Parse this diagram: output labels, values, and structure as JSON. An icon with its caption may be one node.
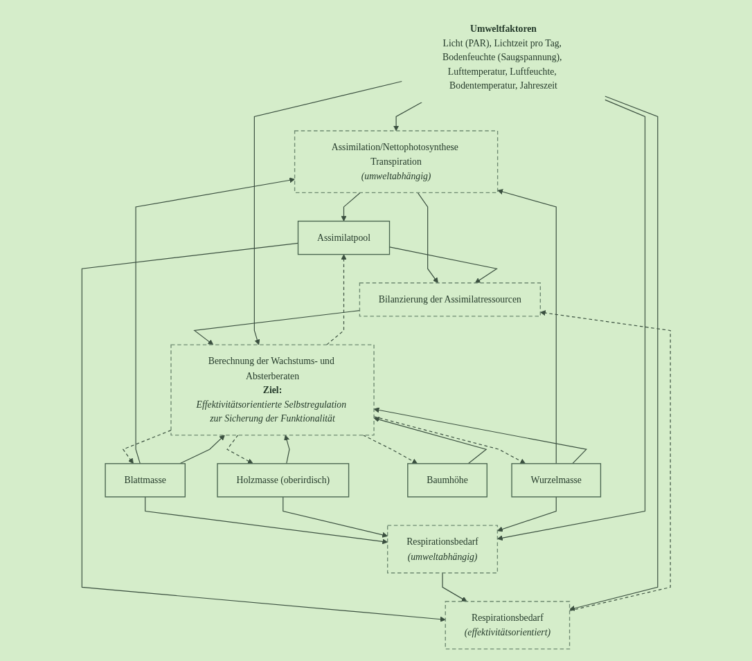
{
  "diagram": {
    "nodes": [
      {
        "text": [
          "Umweltfaktoren",
          "Licht (PAR), Lichtzeit pro Tag, Bodenfeuchte (Saugspannung), Lufttemperatur, Luftfeuchte, Bodentemperatur, Jahreszeit"
        ]
      },
      {
        "text": [
          "Assimilation/Nettophotosynthese Transpiration",
          "(umweltabhängig)"
        ]
      },
      {
        "text": [
          "Blattmasse"
        ]
      },
      {
        "text": [
          "Assimilatpool"
        ]
      },
      {
        "text": [
          "Holzmasse (oberirdisch)"
        ]
      },
      {
        "text": [
          "Wurzelmasse"
        ]
      },
      {
        "text": [
          "Baumhöhe"
        ]
      },
      {
        "text": [
          "Respirationsbedarf",
          "(umweltabhängig)"
        ]
      },
      {
        "text": [
          "Respirationsbedarf",
          "(effektivitätsorientiert)"
        ]
      },
      {
        "text": [
          "Bilanzierung der Assimilatressourcen"
        ]
      },
      {
        "text": [
          "Berechnung der Wachstums- und Absterberaten",
          "Ziel:",
          "Effektivitätsorientierte Selbstregulation zur Sicherung der Funktionalität"
        ]
      }
    ],
    "edges": [
      {
        "from": 0,
        "to": 1,
        "arrow": "to"
      },
      {
        "from": 2,
        "to": 1,
        "arrow": "to"
      },
      {
        "from": 5,
        "to": 1,
        "arrow": "to"
      },
      {
        "from": 1,
        "to": 3,
        "arrow": "to"
      },
      {
        "from": 1,
        "to": 9,
        "arrow": "to"
      },
      {
        "from": 3,
        "to": 9,
        "arrow": "to"
      },
      {
        "from": 2,
        "to": 7,
        "arrow": "to"
      },
      {
        "from": 4,
        "to": 7,
        "arrow": "to"
      },
      {
        "from": 5,
        "to": 7,
        "arrow": "to"
      },
      {
        "from": 0,
        "to": 7,
        "arrow": "to"
      },
      {
        "from": 3,
        "to": 8,
        "arrow": "to"
      },
      {
        "from": 7,
        "to": 8,
        "arrow": "to"
      },
      {
        "from": 0,
        "to": 8,
        "arrow": "to"
      },
      {
        "from": 8,
        "to": 9,
        "arrow": "to",
        "style": "dashed"
      },
      {
        "from": 2,
        "to": 10,
        "arrow": "to"
      },
      {
        "from": 4,
        "to": 10,
        "arrow": "to"
      },
      {
        "from": 5,
        "to": 10,
        "arrow": "to"
      },
      {
        "from": 9,
        "to": 10,
        "arrow": "to"
      },
      {
        "from": 0,
        "to": 10,
        "arrow": "to"
      },
      {
        "from": 6,
        "to": 10,
        "arrow": "to"
      },
      {
        "from": 10,
        "to": 2,
        "arrow": "to",
        "style": "dashed"
      },
      {
        "from": 10,
        "to": 3,
        "arrow": "to",
        "style": "dashed"
      },
      {
        "from": 10,
        "to": 4,
        "arrow": "to",
        "style": "dashed"
      },
      {
        "from": 10,
        "to": 5,
        "arrow": "to",
        "style": "dashed"
      },
      {
        "from": 10,
        "to": 6,
        "arrow": "to",
        "style": "dashed"
      }
    ]
  }
}
